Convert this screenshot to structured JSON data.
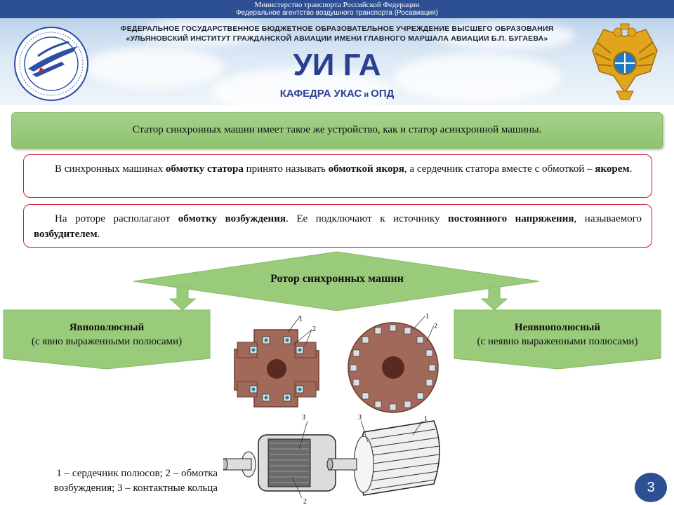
{
  "ministry": {
    "line1": "Министерство транспорта Российской Федерации",
    "line2": "Федеральное агентство воздушного транспорта (Росавиация)"
  },
  "header": {
    "org_line1": "ФЕДЕРАЛЬНОЕ ГОСУДАРСТВЕННОЕ БЮДЖЕТНОЕ ОБРАЗОВАТЕЛЬНОЕ УЧРЕЖДЕНИЕ ВЫСШЕГО ОБРАЗОВАНИЯ",
    "org_line2": "«УЛЬЯНОВСКИЙ ИНСТИТУТ ГРАЖДАНСКОЙ АВИАЦИИ ИМЕНИ ГЛАВНОГО МАРШАЛА АВИАЦИИ Б.П. БУГАЕВА»",
    "title": "УИ ГА",
    "dept_a": "КАФЕДРА УКАС",
    "dept_and": " и ",
    "dept_b": "ОПД"
  },
  "banner": {
    "text": "Статор синхронных машин имеет такое же устройство, как и статор асинхронной машины."
  },
  "box1": {
    "t1": "В синхронных машинах ",
    "b1": "обмотку статора",
    "t2": " принято называть ",
    "b2": "обмоткой якоря",
    "t3": ", а сердечник статора вместе с обмоткой – ",
    "b3": "якорем",
    "t4": "."
  },
  "box2": {
    "t1": "На роторе располагают ",
    "b1": "обмотку возбуждения",
    "t2": ". Ее подключают к источнику ",
    "b2": "постоянного напряжения",
    "t3": ", называемого ",
    "b3": "возбудителем",
    "t4": "."
  },
  "rotor_label": "Ротор синхронных машин",
  "left_type": {
    "title": "Явнополюсный",
    "subtitle": "(с явно выраженными полюсами)"
  },
  "right_type": {
    "title": "Неявнополюсный",
    "subtitle": "(с неявно выраженными полюсами)"
  },
  "figure_labels": {
    "n1": "1",
    "n2": "2",
    "n3": "3"
  },
  "legend": {
    "line1": "1 – сердечник полюсов; 2 – обмотка",
    "line2": "возбуждения; 3 – контактные кольца"
  },
  "page_number": "3",
  "colors": {
    "ministry_bar": "#2d4f93",
    "title_blue": "#2a3f8f",
    "banner_green": "#9acb7b",
    "box_border_red": "#cc1f2e",
    "rotor_brown": "#a0695a"
  }
}
